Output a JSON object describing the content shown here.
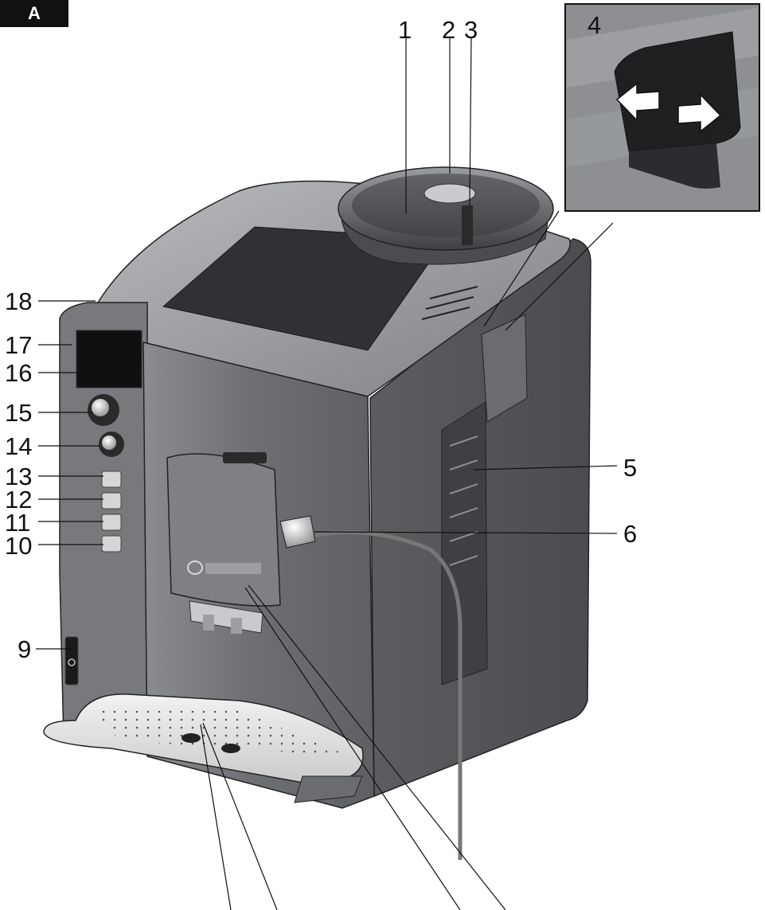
{
  "figure_tag": "A",
  "callouts": [
    {
      "id": "1",
      "label": "1"
    },
    {
      "id": "2",
      "label": "2"
    },
    {
      "id": "3",
      "label": "3"
    },
    {
      "id": "4",
      "label": "4"
    },
    {
      "id": "5",
      "label": "5"
    },
    {
      "id": "6",
      "label": "6"
    },
    {
      "id": "9",
      "label": "9"
    },
    {
      "id": "10",
      "label": "10"
    },
    {
      "id": "11",
      "label": "11"
    },
    {
      "id": "12",
      "label": "12"
    },
    {
      "id": "13",
      "label": "13"
    },
    {
      "id": "14",
      "label": "14"
    },
    {
      "id": "15",
      "label": "15"
    },
    {
      "id": "16",
      "label": "16"
    },
    {
      "id": "17",
      "label": "17"
    },
    {
      "id": "18",
      "label": "18"
    }
  ],
  "colors": {
    "body_dark": "#55575a",
    "body_mid": "#6e7073",
    "top_light": "#9a9c9f",
    "tray": "#dcdcdc",
    "line": "#111111"
  }
}
